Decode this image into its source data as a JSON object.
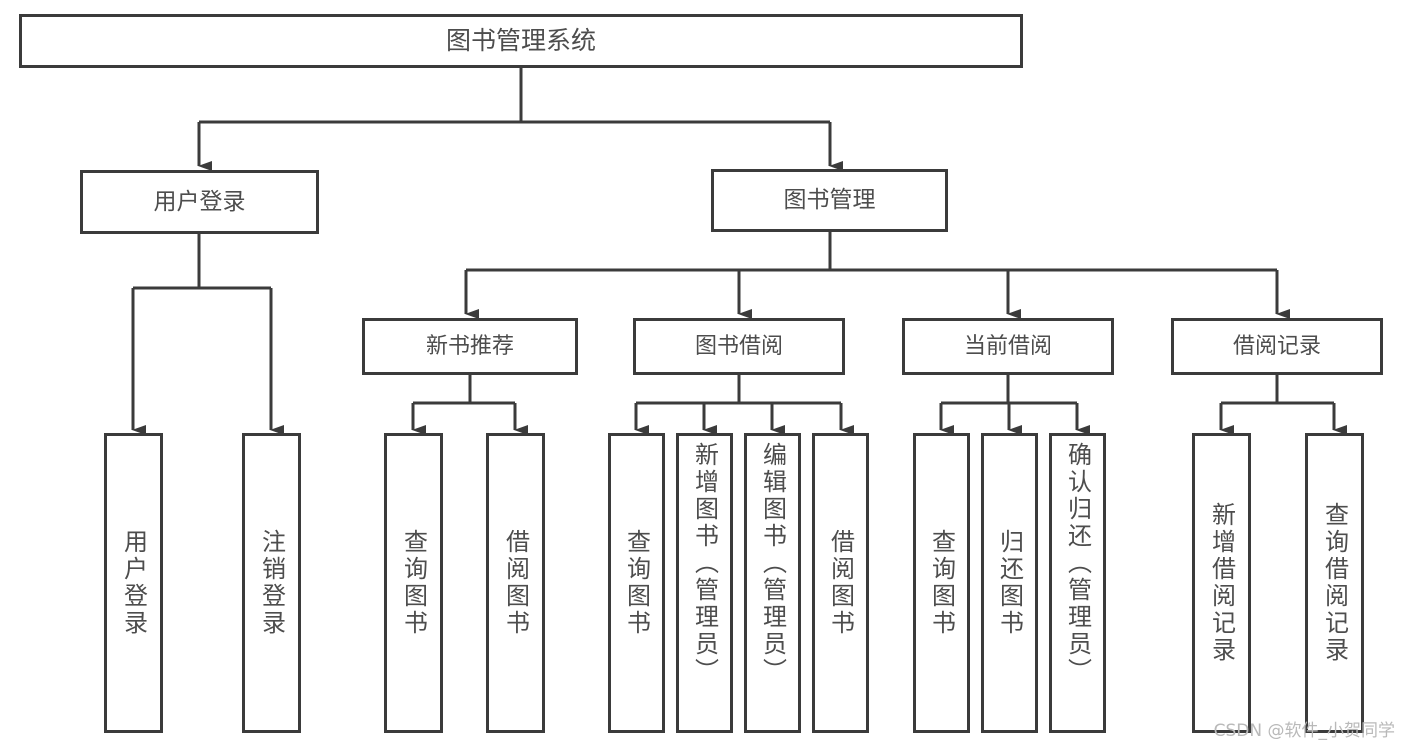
{
  "diagram": {
    "type": "tree-hierarchy-chart",
    "title": "图书管理系统",
    "orientation": "top-down",
    "colors": {
      "stroke": "#3b3b3b",
      "fill": "#ffffff",
      "text": "#4d4d4d",
      "watermark": "#b9b9b9"
    },
    "nodes": {
      "root": {
        "label": "图书管理系统"
      },
      "level1": [
        {
          "id": "user-login",
          "label": "用户登录"
        },
        {
          "id": "book-management",
          "label": "图书管理"
        }
      ],
      "level2": [
        {
          "id": "new-book-recommend",
          "label": "新书推荐"
        },
        {
          "id": "book-borrow",
          "label": "图书借阅"
        },
        {
          "id": "current-borrow",
          "label": "当前借阅"
        },
        {
          "id": "borrow-record",
          "label": "借阅记录"
        }
      ],
      "leaves": {
        "user-login": [
          {
            "id": "leaf-user-login",
            "label": "用户登录"
          },
          {
            "id": "leaf-user-logout",
            "label": "注销登录"
          }
        ],
        "new-book-recommend": [
          {
            "id": "leaf-query-book-1",
            "label": "查询图书"
          },
          {
            "id": "leaf-borrow-book-1",
            "label": "借阅图书"
          }
        ],
        "book-borrow": [
          {
            "id": "leaf-query-book-2",
            "label": "查询图书"
          },
          {
            "id": "leaf-add-book",
            "label": "新增图书（管理员）"
          },
          {
            "id": "leaf-edit-book",
            "label": "编辑图书（管理员）"
          },
          {
            "id": "leaf-borrow-book-2",
            "label": "借阅图书"
          }
        ],
        "current-borrow": [
          {
            "id": "leaf-query-book-3",
            "label": "查询图书"
          },
          {
            "id": "leaf-return-book",
            "label": "归还图书"
          },
          {
            "id": "leaf-confirm-return",
            "label": "确认归还（管理员）"
          }
        ],
        "borrow-record": [
          {
            "id": "leaf-add-record",
            "label": "新增借阅记录"
          },
          {
            "id": "leaf-query-record",
            "label": "查询借阅记录"
          }
        ]
      }
    },
    "watermark": "CSDN @软件_小贺同学"
  }
}
